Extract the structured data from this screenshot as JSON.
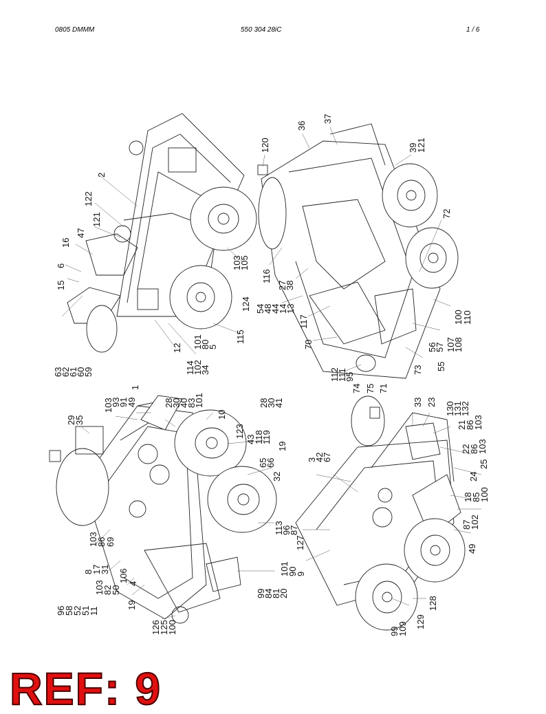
{
  "header": {
    "left": "0805 DMMM",
    "center": "550 304 28iC",
    "right": "1 /   6"
  },
  "ref_label": "REF: 9",
  "views": [
    {
      "id": "top-left",
      "callouts": [
        "2",
        "122",
        "121",
        "47",
        "16",
        "6",
        "15",
        "63",
        "62",
        "61",
        "60",
        "59",
        "12",
        "114",
        "102",
        "34",
        "101",
        "80",
        "5",
        "115",
        "124",
        "103",
        "105"
      ]
    },
    {
      "id": "top-right",
      "callouts": [
        "120",
        "36",
        "37",
        "39",
        "121",
        "72",
        "116",
        "27",
        "38",
        "54",
        "48",
        "44",
        "14",
        "13",
        "117",
        "70",
        "112",
        "111",
        "95",
        "74",
        "75",
        "71",
        "73",
        "55",
        "56",
        "57",
        "107",
        "108",
        "100",
        "110"
      ]
    },
    {
      "id": "bottom-left",
      "callouts": [
        "29",
        "35",
        "103",
        "93",
        "91",
        "49",
        "1",
        "28",
        "30",
        "40",
        "83",
        "101",
        "10",
        "28",
        "30",
        "41",
        "123",
        "43",
        "118",
        "119",
        "19",
        "65",
        "66",
        "32",
        "113",
        "96",
        "87",
        "99",
        "84",
        "81",
        "20",
        "103",
        "86",
        "69",
        "8",
        "17",
        "31",
        "106",
        "4",
        "103",
        "82",
        "50",
        "96",
        "58",
        "52",
        "51",
        "11",
        "19",
        "126",
        "125",
        "100"
      ]
    },
    {
      "id": "bottom-right",
      "callouts": [
        "3",
        "42",
        "67",
        "33",
        "23",
        "130",
        "131",
        "132",
        "21",
        "86",
        "103",
        "22",
        "86",
        "103",
        "25",
        "24",
        "18",
        "85",
        "100",
        "87",
        "102",
        "49",
        "127",
        "101",
        "90",
        "9",
        "99",
        "109",
        "129",
        "128"
      ]
    }
  ]
}
